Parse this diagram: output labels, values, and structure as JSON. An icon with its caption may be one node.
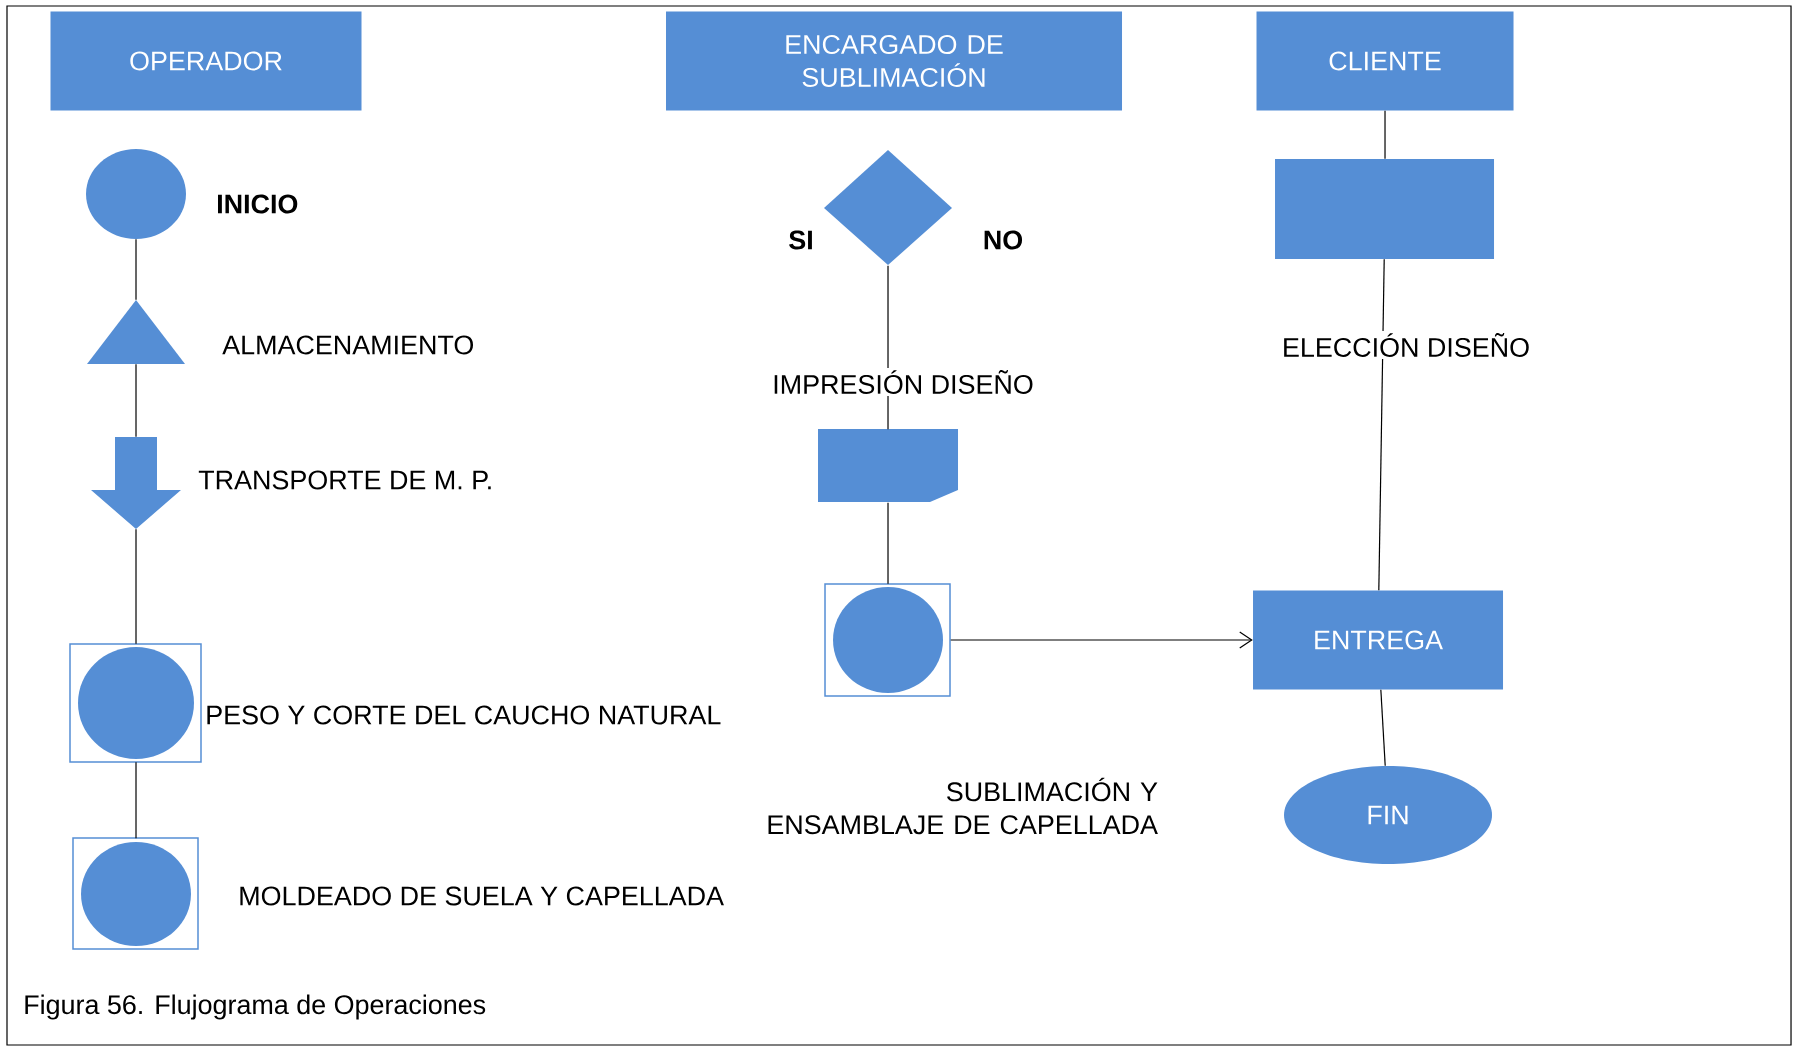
{
  "diagram": {
    "caption": "Figura 56. Flujograma de Operaciones",
    "nodes": [
      {
        "text": [
          "OPERADOR"
        ]
      },
      {
        "text": [
          "ENCARGADO DE SUBLIMACIÓN"
        ]
      },
      {
        "text": [
          "CLIENTE"
        ]
      },
      {
        "text": [],
        "shape": "circle",
        "beside": [
          "INICIO"
        ]
      },
      {
        "text": [],
        "shape": "triangle",
        "beside": [
          "ALMACENAMIENTO"
        ]
      },
      {
        "text": [],
        "shape": "arrow",
        "beside": [
          "TRANSPORTE DE M. P."
        ]
      },
      {
        "text": [],
        "shape": "box",
        "beside": [
          "PESO Y CORTE DEL CAUCHO NATURAL"
        ]
      },
      {
        "text": [],
        "shape": "box",
        "beside": [
          "MOLDEADO DE SUELA Y CAPELLADA"
        ]
      },
      {
        "text": [],
        "shape": "diamond",
        "beside": [
          "SI",
          "NO"
        ]
      },
      {
        "text": [],
        "shape": "card"
      },
      {
        "text": [],
        "shape": "box",
        "beside": [
          "SUBLIMACIÓN Y ENSAMBLAJE DE CAPELLADA"
        ]
      },
      {
        "text": [],
        "shape": "rectangle"
      },
      {
        "text": [
          "ENTREGA"
        ]
      },
      {
        "text": [
          "FIN"
        ]
      }
    ],
    "edges": [
      {
        "from": 3,
        "to": 4,
        "arrow": "none"
      },
      {
        "from": 4,
        "to": 5,
        "arrow": "none"
      },
      {
        "from": 5,
        "to": 6,
        "arrow": "none"
      },
      {
        "from": 6,
        "to": 7,
        "arrow": "none"
      },
      {
        "from": 8,
        "to": 9,
        "arrow": "none",
        "label": "IMPRESIÓN DISEÑO"
      },
      {
        "from": 9,
        "to": 10,
        "arrow": "none"
      },
      {
        "from": 10,
        "to": 12,
        "arrow": "to"
      },
      {
        "from": 2,
        "to": 11,
        "arrow": "none"
      },
      {
        "from": 11,
        "to": 12,
        "arrow": "none",
        "label": "ELECCIÓN DISEÑO"
      },
      {
        "from": 12,
        "to": 13,
        "arrow": "none"
      }
    ]
  }
}
